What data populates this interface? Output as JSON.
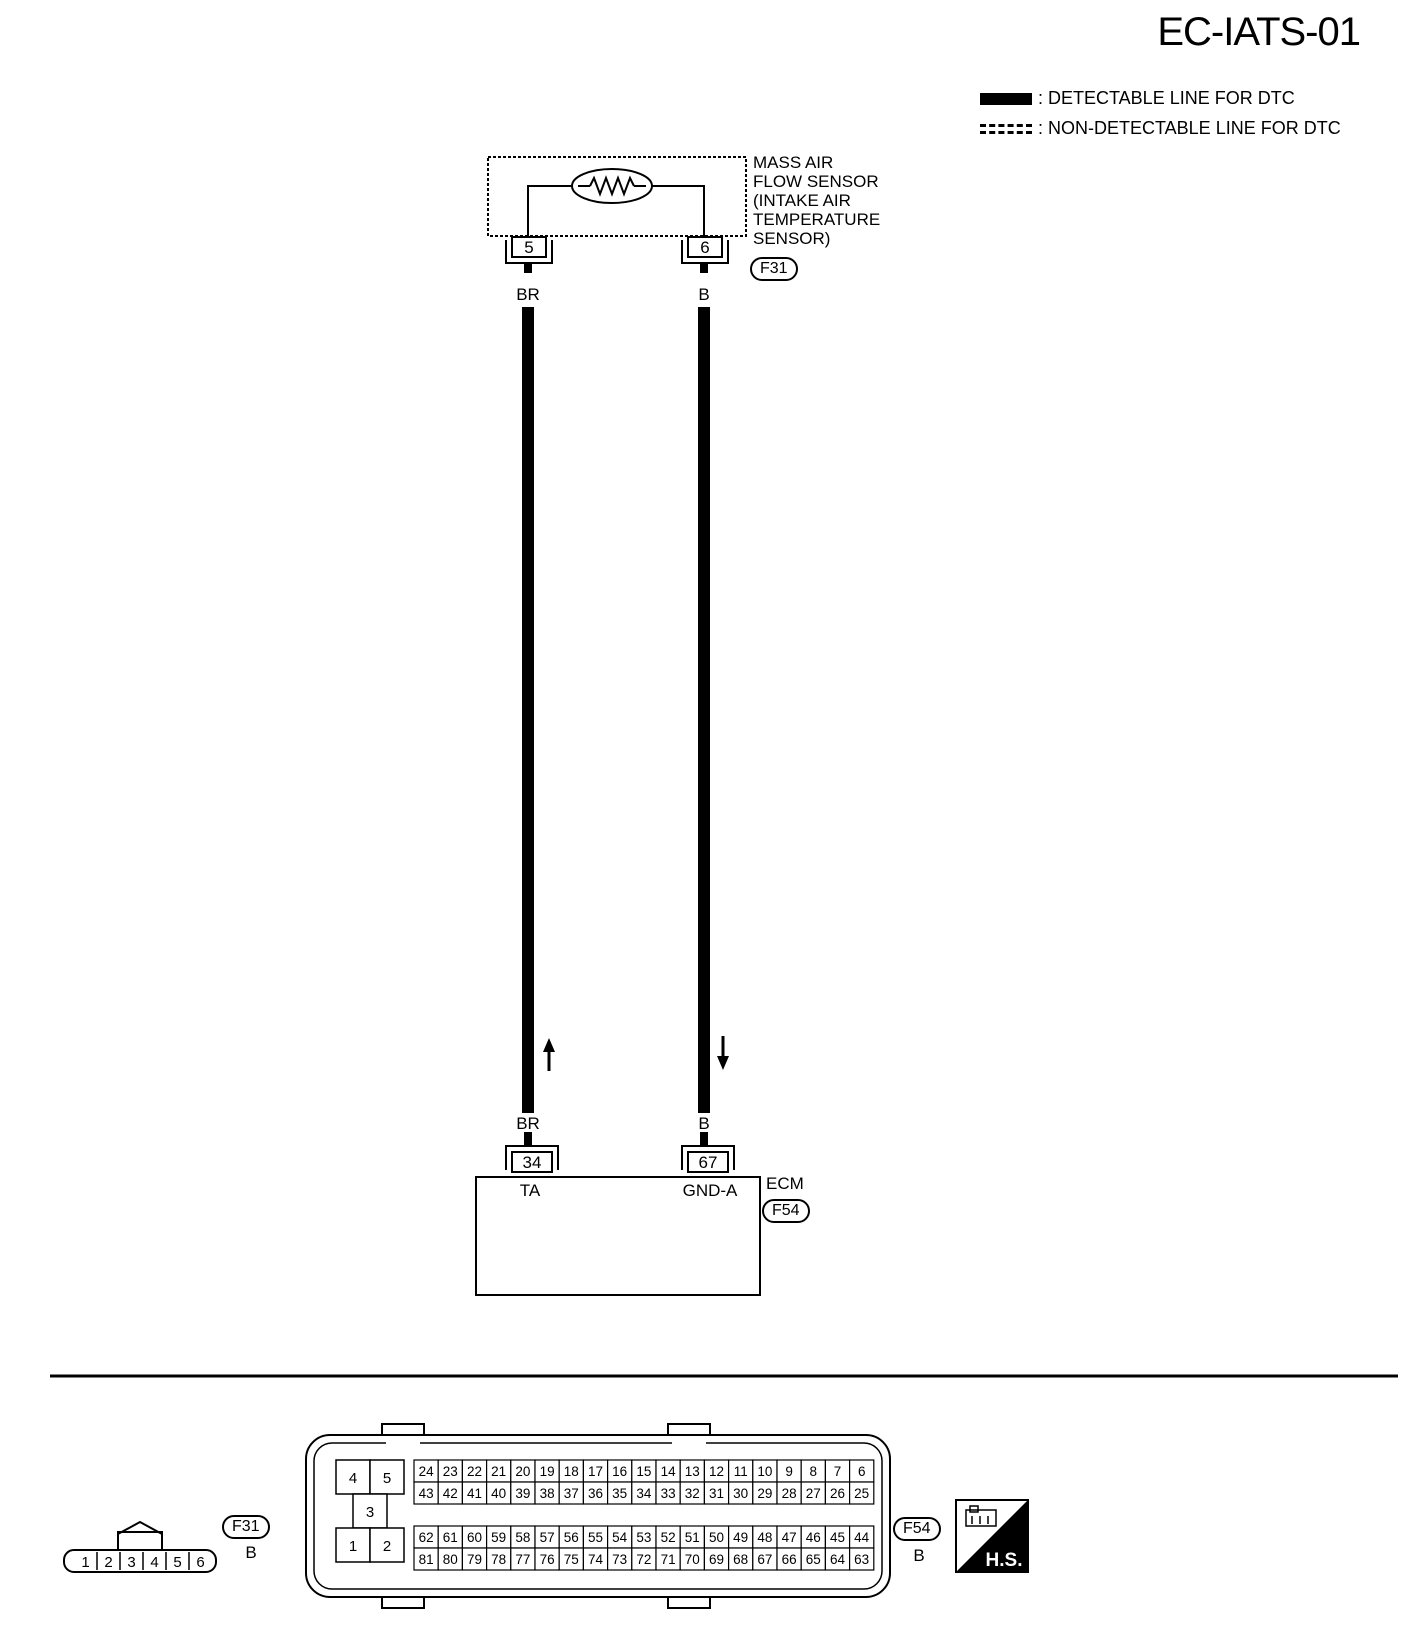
{
  "page": {
    "title": "EC-IATS-01"
  },
  "legend": {
    "detectable": ": DETECTABLE LINE FOR DTC",
    "non_detectable": ": NON-DETECTABLE LINE FOR DTC"
  },
  "sensor": {
    "label_lines": [
      "MASS AIR",
      "FLOW SENSOR",
      "(INTAKE AIR",
      "TEMPERATURE",
      "SENSOR)"
    ],
    "connector_id": "F31",
    "pins": [
      "5",
      "6"
    ]
  },
  "wires": [
    {
      "color_top": "BR",
      "color_bottom": "BR",
      "direction": "up"
    },
    {
      "color_top": "B",
      "color_bottom": "B",
      "direction": "down"
    }
  ],
  "ecm": {
    "label": "ECM",
    "connector_id": "F54",
    "pins": [
      "34",
      "67"
    ],
    "terminal_names": [
      "TA",
      "GND-A"
    ]
  },
  "connector_views": {
    "f31": {
      "id": "F31",
      "color": "B",
      "pins": [
        "1",
        "2",
        "3",
        "4",
        "5",
        "6"
      ]
    },
    "f54": {
      "id": "F54",
      "color": "B",
      "left_block": [
        "4",
        "5",
        "3",
        "1",
        "2"
      ],
      "rows": [
        [
          "24",
          "23",
          "22",
          "21",
          "20",
          "19",
          "18",
          "17",
          "16",
          "15",
          "14",
          "13",
          "12",
          "11",
          "10",
          "9",
          "8",
          "7",
          "6"
        ],
        [
          "43",
          "42",
          "41",
          "40",
          "39",
          "38",
          "37",
          "36",
          "35",
          "34",
          "33",
          "32",
          "31",
          "30",
          "29",
          "28",
          "27",
          "26",
          "25"
        ],
        [
          "62",
          "61",
          "60",
          "59",
          "58",
          "57",
          "56",
          "55",
          "54",
          "53",
          "52",
          "51",
          "50",
          "49",
          "48",
          "47",
          "46",
          "45",
          "44"
        ],
        [
          "81",
          "80",
          "79",
          "78",
          "77",
          "76",
          "75",
          "74",
          "73",
          "72",
          "71",
          "70",
          "69",
          "68",
          "67",
          "66",
          "65",
          "64",
          "63"
        ]
      ]
    },
    "hs_badge": "H.S."
  }
}
